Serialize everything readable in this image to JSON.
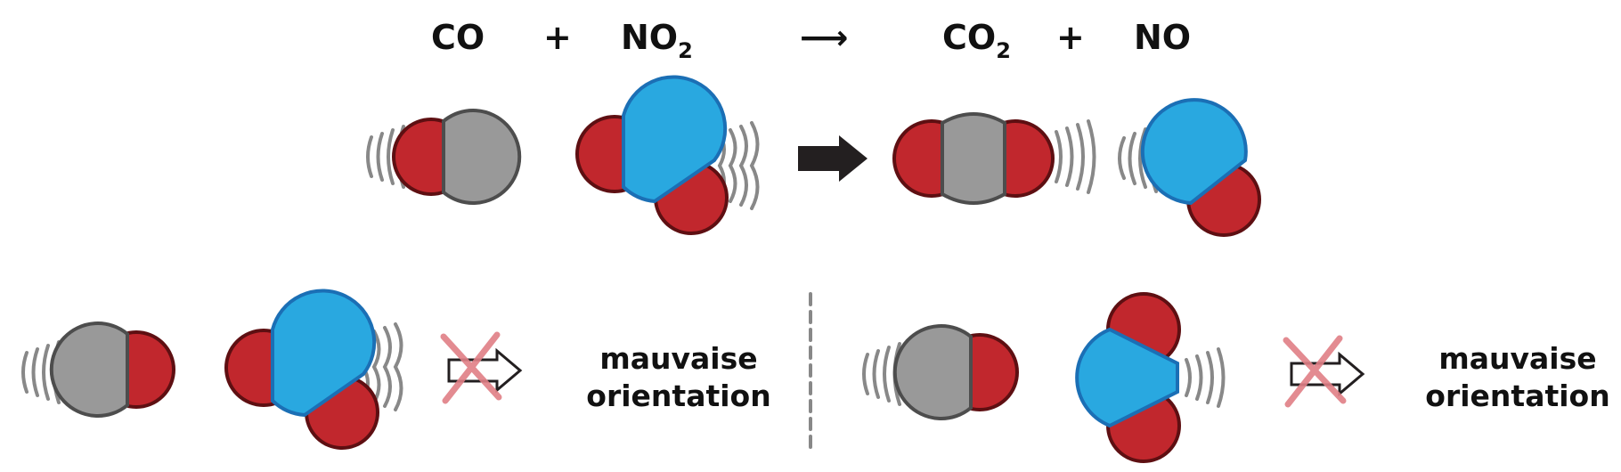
{
  "equation": {
    "reactant1": "CO",
    "plus1": "+",
    "reactant2_main": "NO",
    "reactant2_sub": "2",
    "arrow": "⟶",
    "product1_main": "CO",
    "product1_sub": "2",
    "plus2": "+",
    "product2": "NO"
  },
  "bottom_left": {
    "label_line1": "mauvaise",
    "label_line2": "orientation"
  },
  "bottom_right": {
    "label_line1": "mauvaise",
    "label_line2": "orientation"
  },
  "colors": {
    "oxygen": "#c1272d",
    "oxygen_stroke": "#5e0f12",
    "carbon": "#999999",
    "carbon_stroke": "#4d4d4d",
    "nitrogen": "#29a8e0",
    "nitrogen_stroke": "#1b6fb5",
    "vibration": "#888888",
    "cross": "#e07f86",
    "arrow": "#231f20"
  }
}
